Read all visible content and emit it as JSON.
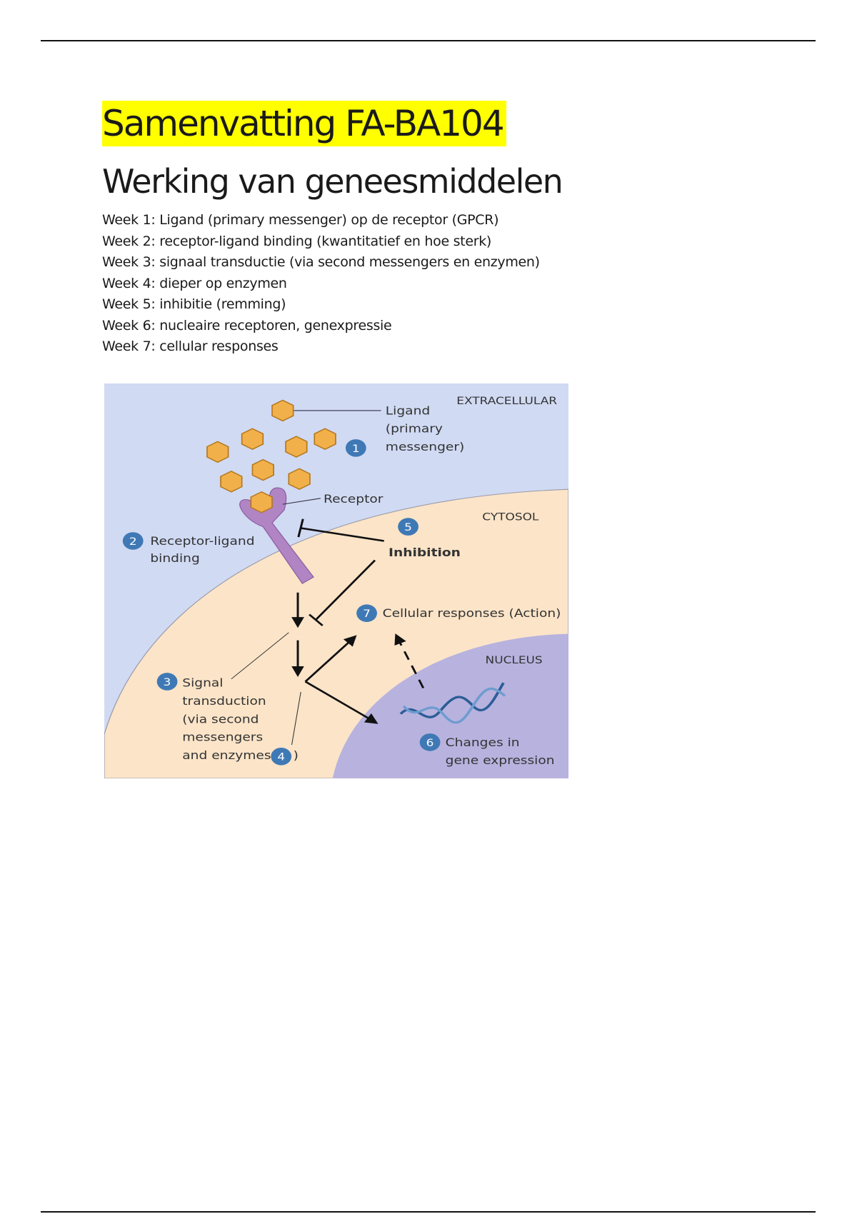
{
  "document": {
    "title": "Samenvatting FA-BA104",
    "subtitle": "Werking van geneesmiddelen",
    "weeks": [
      "Week 1: Ligand (primary messenger) op de receptor (GPCR)",
      "Week 2: receptor-ligand binding (kwantitatief en hoe sterk)",
      "Week 3: signaal transductie (via second messengers en enzymen)",
      "Week 4:  dieper op enzymen",
      "Week 5: inhibitie (remming)",
      "Week 6: nucleaire receptoren, genexpressie",
      "Week 7: cellular responses"
    ]
  },
  "diagram": {
    "regions": {
      "extracellular": "EXTRACELLULAR",
      "cytosol": "CYTOSOL",
      "nucleus": "NUCLEUS"
    },
    "labels": {
      "ligand": [
        "Ligand",
        "(primary",
        "messenger)"
      ],
      "receptor": "Receptor",
      "binding": [
        "Receptor-ligand",
        "binding"
      ],
      "inhibition": "Inhibition",
      "signal": [
        "Signal",
        "transduction",
        "(via second",
        "messengers",
        "and enzymes",
        ")"
      ],
      "responses": "Cellular responses (Action)",
      "gene": [
        "Changes in",
        "gene expression"
      ]
    },
    "steps": [
      "1",
      "2",
      "3",
      "4",
      "5",
      "6",
      "7"
    ],
    "colors": {
      "extracellular": "#d0daf3",
      "cytosol": "#fbe4c8",
      "nucleus": "#b8b2df",
      "ligand": "#f2b04a",
      "receptor": "#b184c4",
      "badge": "#3f79b5"
    }
  }
}
